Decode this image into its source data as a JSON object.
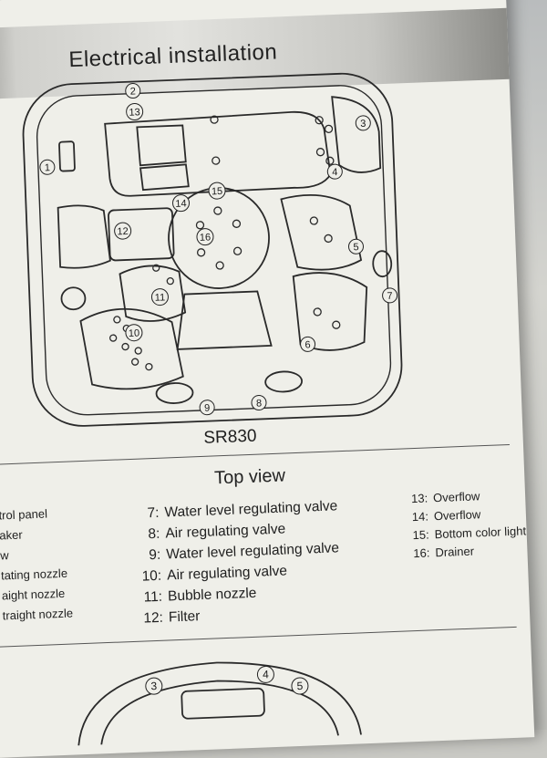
{
  "page_title": "Electrical installation",
  "model": "SR830",
  "section_title": "Top view",
  "callouts": [
    "1",
    "2",
    "3",
    "4",
    "5",
    "6",
    "7",
    "8",
    "9",
    "10",
    "11",
    "12",
    "13",
    "14",
    "15",
    "16"
  ],
  "legend_left": [
    {
      "text": "trol panel"
    },
    {
      "text": "aker"
    },
    {
      "text": "w"
    },
    {
      "text": "tating nozzle"
    },
    {
      "text": "aight nozzle"
    },
    {
      "text": "traight nozzle"
    }
  ],
  "legend_middle": [
    {
      "num": "7:",
      "text": "Water level regulating valve"
    },
    {
      "num": "8:",
      "text": "Air regulating valve"
    },
    {
      "num": "9:",
      "text": "Water level regulating valve"
    },
    {
      "num": "10:",
      "text": "Air regulating valve"
    },
    {
      "num": "11:",
      "text": "Bubble nozzle"
    },
    {
      "num": "12:",
      "text": "Filter"
    }
  ],
  "legend_right": [
    {
      "num": "13:",
      "text": "Overflow"
    },
    {
      "num": "14:",
      "text": "Overflow"
    },
    {
      "num": "15:",
      "text": "Bottom color light"
    },
    {
      "num": "16:",
      "text": "Drainer"
    }
  ],
  "bottom_callouts": [
    "3",
    "4",
    "5"
  ]
}
